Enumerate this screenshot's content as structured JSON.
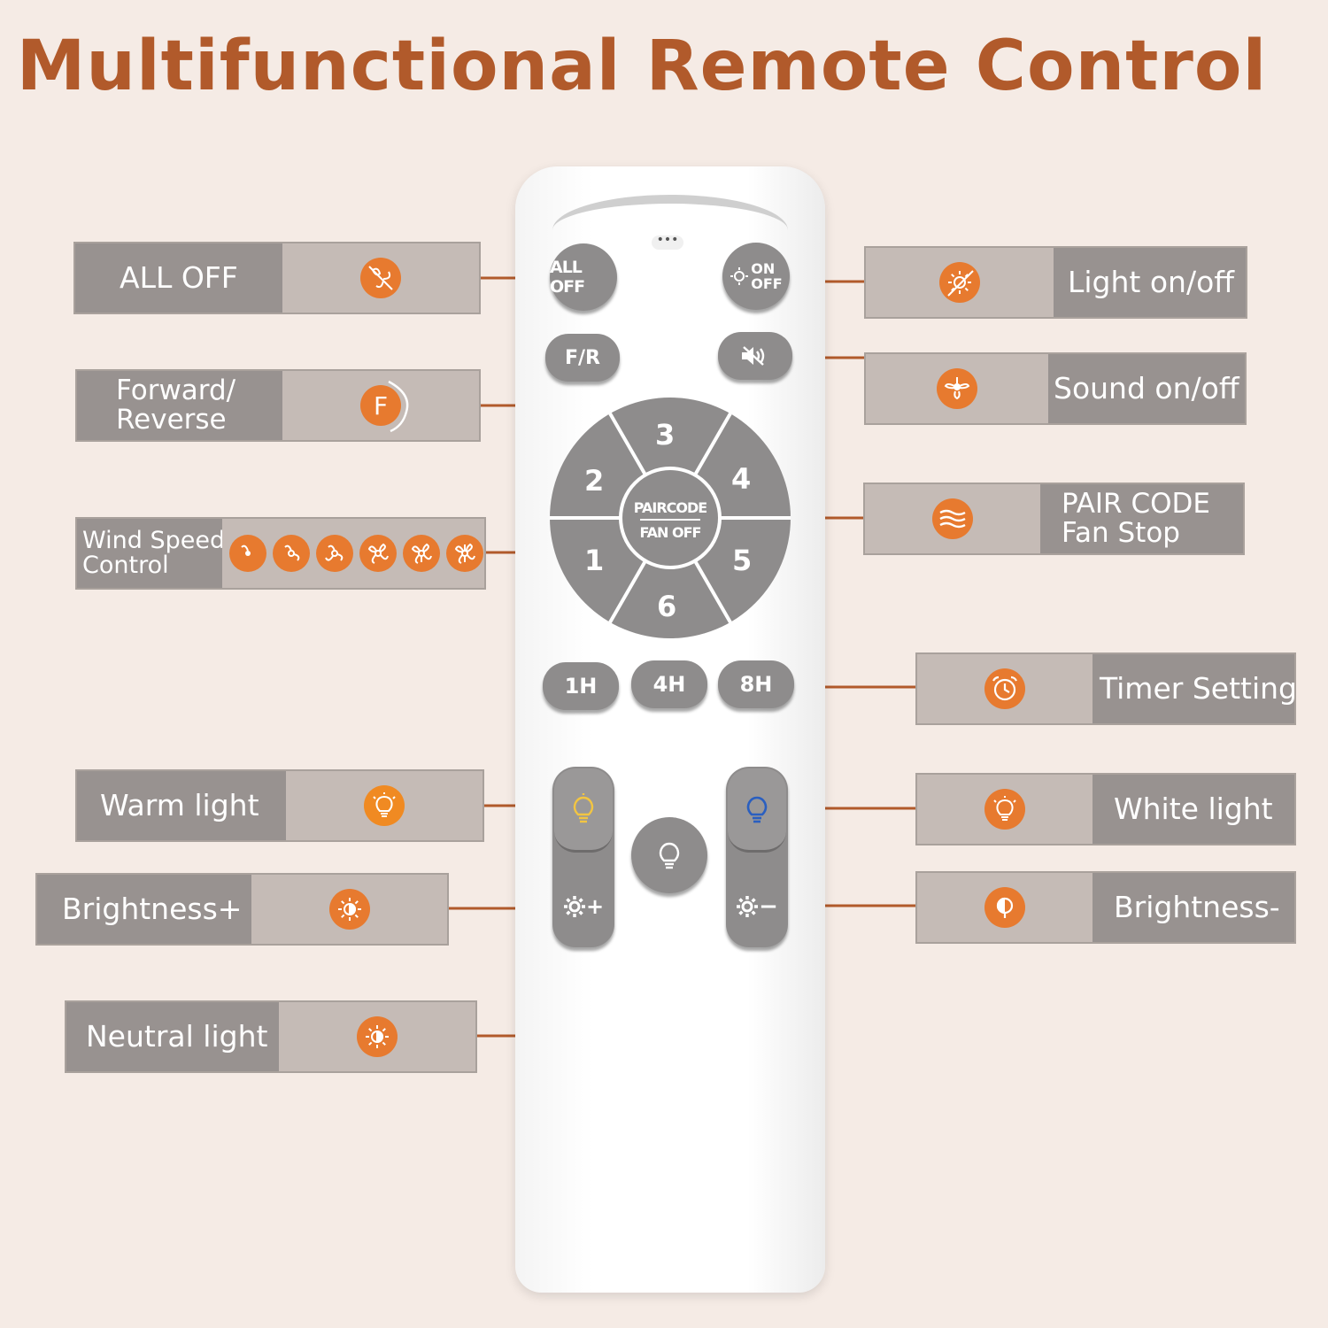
{
  "title": "Multifunctional Remote Control",
  "colors": {
    "accent": "#e77a2f",
    "title": "#b15a2b",
    "label_bg": "#989290",
    "icon_bg": "#c5bbb6",
    "button": "#8e8c8c"
  },
  "remote": {
    "all_off": "ALL OFF",
    "light_on": "ON",
    "light_off": "OFF",
    "fr": "F/R",
    "speeds": [
      "1",
      "2",
      "3",
      "4",
      "5",
      "6"
    ],
    "pair_top": "PAIRCODE",
    "pair_bottom": "FAN OFF",
    "timers": [
      "1H",
      "4H",
      "8H"
    ],
    "bright_plus": "+",
    "bright_minus": "−"
  },
  "labels": {
    "all_off": "ALL OFF",
    "forward_reverse": [
      "Forward/",
      "Reverse"
    ],
    "wind_speed": [
      "Wind Speed",
      "Control"
    ],
    "warm": "Warm light",
    "bright_plus": "Brightness+",
    "neutral": "Neutral light",
    "light_onoff": "Light on/off",
    "sound_onoff": "Sound on/off",
    "pair_code": [
      "PAIR CODE",
      "Fan Stop"
    ],
    "timer": "Timer Setting",
    "white": "White light",
    "bright_minus": "Brightness-",
    "fr_icon": "F"
  },
  "icons": {
    "all_off": "fan-off-icon",
    "fr": "forward-reverse-icon",
    "wind": "fan-speed-icon",
    "warm": "warm-bulb-icon",
    "bright_plus": "brightness-up-icon",
    "neutral": "neutral-light-icon",
    "light": "light-off-icon",
    "sound": "sound-fan-icon",
    "pair": "wind-wave-icon",
    "timer": "alarm-clock-icon",
    "white": "white-bulb-icon",
    "bright_minus": "brightness-down-icon"
  }
}
